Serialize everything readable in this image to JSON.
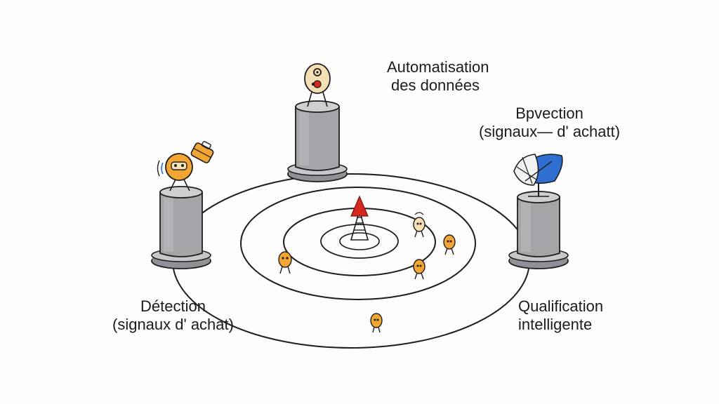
{
  "diagram": {
    "nodes": [
      {
        "id": "automation",
        "line1": "Automatisation",
        "line2": "des données",
        "icon": "robot-head-icon"
      },
      {
        "id": "prospection",
        "line1": "Bpvection",
        "line2": "(signaux— d' achatt)",
        "icon": "satellite-dish-icon"
      },
      {
        "id": "detection",
        "line1": "Détection",
        "line2": "(signaux d' achat)",
        "icon": "robot-signal-icon"
      },
      {
        "id": "qualification",
        "line1": "Qualification",
        "line2": "intelligente",
        "icon": "target-rings-icon"
      }
    ],
    "center_icon": "radar-beacon-icon",
    "prospect_icon": "lead-marker-icon",
    "colors": {
      "line": "#1e1e1e",
      "pillar": "#a3a5a9",
      "pillar_dark": "#7d7f84",
      "base": "#8f9196",
      "beacon": "#d42a1e",
      "marker": "#f2a533",
      "robot": "#f4dfb4",
      "dish": "#2f6fd1"
    }
  }
}
